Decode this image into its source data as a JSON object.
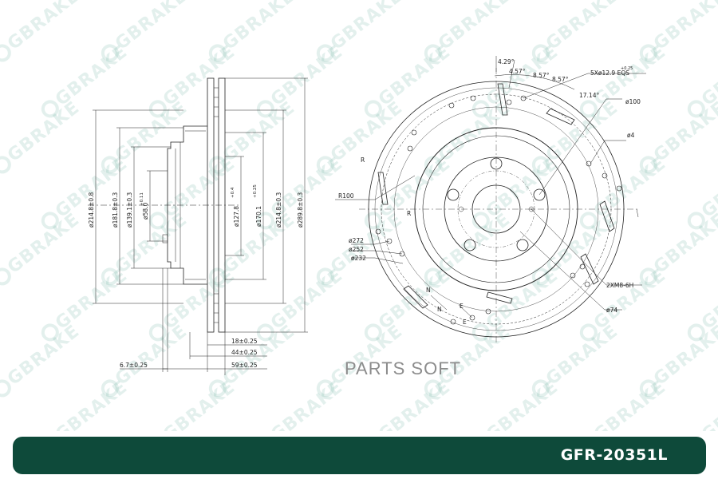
{
  "brand": {
    "watermark_text": "GBRAKE",
    "accent_color": "#0e4a3a"
  },
  "footer": {
    "part_number": "GFR-20351L"
  },
  "overlay": {
    "parts_soft": "PARTS SOFT"
  },
  "side_view": {
    "diameters": [
      "ø214.8±0.8",
      "ø181.8±0.3",
      "ø139.1±0.3",
      "ø58.0",
      "ø127.8",
      "ø170.1",
      "ø214.8±0.3",
      "ø289.8±0.3"
    ],
    "tolerance_58": "+0.11",
    "tolerance_127": "+0.4",
    "tolerance_170": "+0.25",
    "widths": [
      "18±0.25",
      "44±0.25",
      "59±0.25",
      "6.7±0.25"
    ]
  },
  "front_view": {
    "angles": [
      "4.29°",
      "4.57°",
      "8.57°",
      "8.57°",
      "17.14°"
    ],
    "holes_spec": "5Xø12.9 EQS",
    "holes_tol": "+0.25",
    "diam_labels": [
      "ø100",
      "ø4",
      "ø272",
      "ø252",
      "ø232",
      "ø74"
    ],
    "radius_labels": [
      "R",
      "R100",
      "R"
    ],
    "thread_spec": "2XM8-6H",
    "section_letters": [
      "N",
      "N",
      "E",
      "E"
    ]
  }
}
